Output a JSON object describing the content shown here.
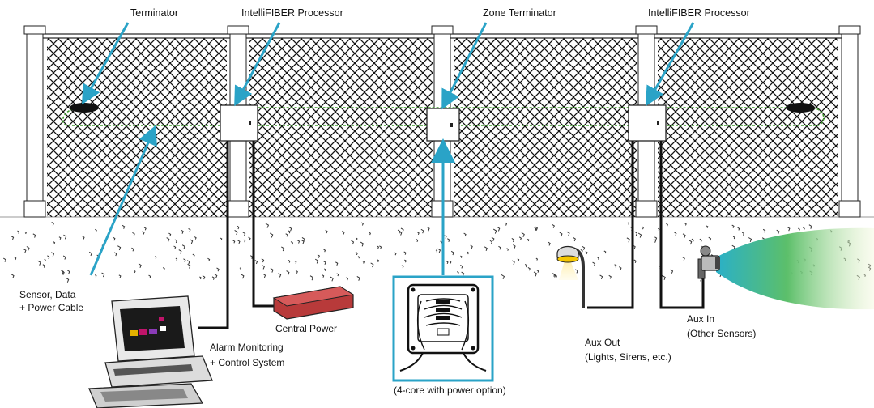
{
  "labels": {
    "terminator": "Terminator",
    "processor_left": "IntelliFIBER Processor",
    "zone_terminator": "Zone Terminator",
    "processor_right": "IntelliFIBER Processor",
    "sensor_cable_1": "Sensor, Data",
    "sensor_cable_2": "+ Power Cable",
    "central_power": "Central Power",
    "alarm_1": "Alarm Monitoring",
    "alarm_2": "+ Control System",
    "core_option": "(4-core with power option)",
    "aux_out_1": "Aux Out",
    "aux_out_2": "(Lights, Sirens, etc.)",
    "aux_in_1": "Aux In",
    "aux_in_2": "(Other Sensors)"
  },
  "colors": {
    "callout_arrow": "#2aa3c7",
    "sensor_cable": "#3f9a2e",
    "power_box": "#b83a3a",
    "detector_beam_start": "#2ab0c8",
    "detector_beam_end": "#e6f2a0"
  }
}
